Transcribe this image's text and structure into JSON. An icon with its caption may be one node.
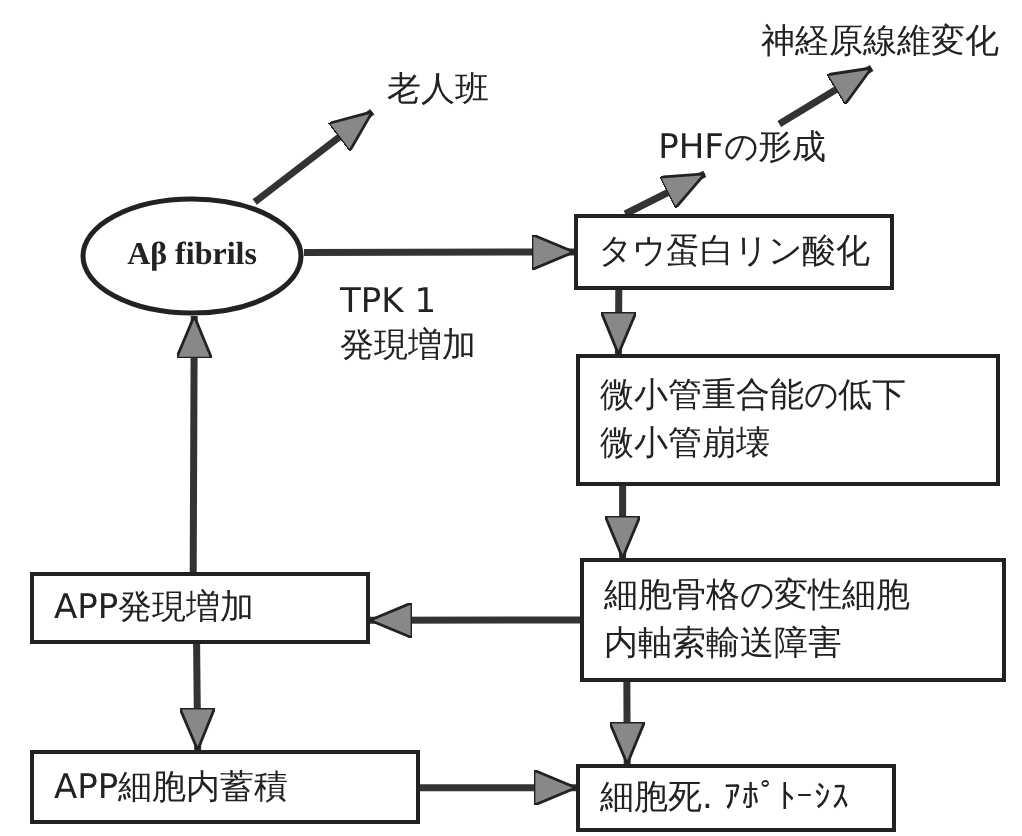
{
  "diagram": {
    "nodes": [
      {
        "text": [
          "Aβ fibrils"
        ]
      },
      {
        "text": [
          "老人班"
        ]
      },
      {
        "text": [
          "タウ蛋白リン酸化"
        ]
      },
      {
        "text": [
          "PHFの形成"
        ]
      },
      {
        "text": [
          "神経原線維変化"
        ]
      },
      {
        "text": [
          "微小管重合能の低下微小管崩壊"
        ]
      },
      {
        "text": [
          "細胞骨格の変性細胞内軸索輸送障害"
        ]
      },
      {
        "text": [
          "APP発現増加"
        ]
      },
      {
        "text": [
          "APP細胞内蓄積"
        ]
      },
      {
        "text": [
          "細胞死. ｱﾎﾟﾄｰｼｽ"
        ]
      }
    ],
    "edges": [
      {
        "from": 0,
        "to": 1,
        "arrow": "to"
      },
      {
        "from": 0,
        "to": 2,
        "arrow": "to",
        "label": "TPK 1 発現増加"
      },
      {
        "from": 2,
        "to": 3,
        "arrow": "to"
      },
      {
        "from": 3,
        "to": 4,
        "arrow": "to"
      },
      {
        "from": 2,
        "to": 5,
        "arrow": "to"
      },
      {
        "from": 5,
        "to": 6,
        "arrow": "to"
      },
      {
        "from": 6,
        "to": 7,
        "arrow": "to"
      },
      {
        "from": 6,
        "to": 9,
        "arrow": "to"
      },
      {
        "from": 7,
        "to": 0,
        "arrow": "to"
      },
      {
        "from": 7,
        "to": 8,
        "arrow": "to"
      },
      {
        "from": 8,
        "to": 9,
        "arrow": "to"
      }
    ]
  }
}
